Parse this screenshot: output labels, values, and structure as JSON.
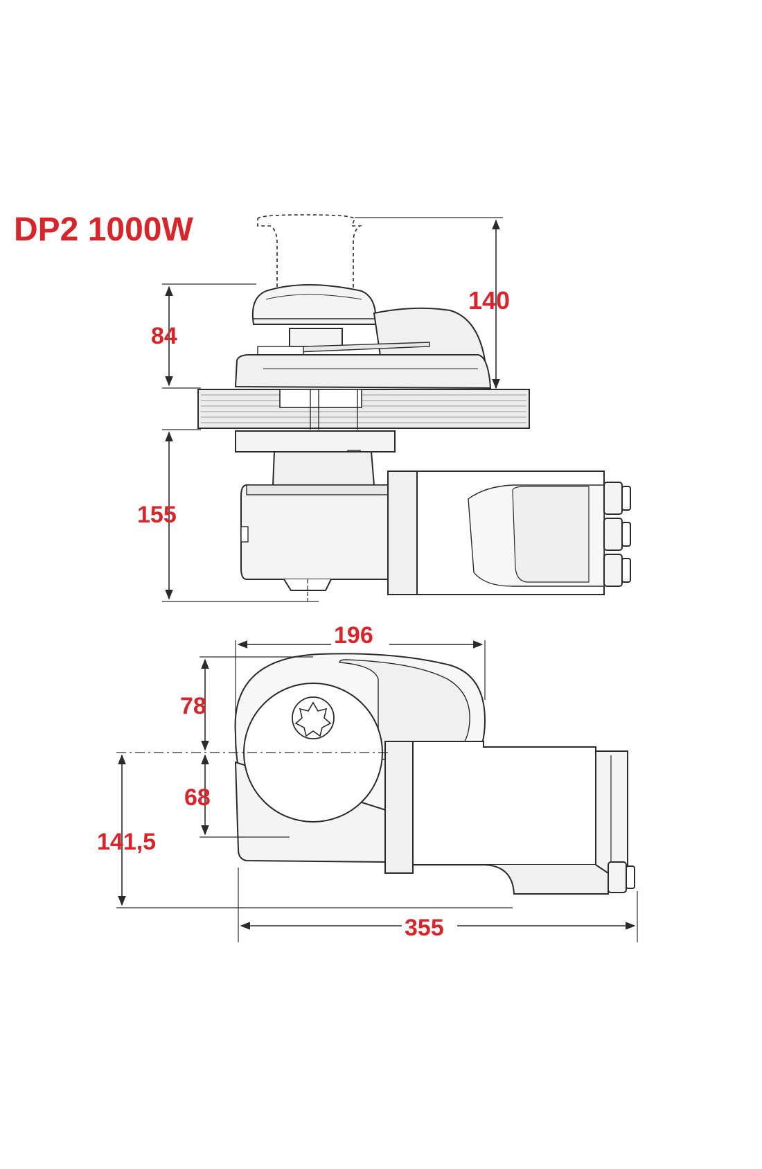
{
  "title": "DP2 1000W",
  "colors": {
    "label": "#d7262b",
    "line": "#2a2a2a",
    "fill_light": "#f4f4f4",
    "fill_mid": "#e8e8e8"
  },
  "dimensions": {
    "d140": "140",
    "d84": "84",
    "d155": "155",
    "d196": "196",
    "d78": "78",
    "d68": "68",
    "d141_5": "141,5",
    "d355": "355"
  }
}
